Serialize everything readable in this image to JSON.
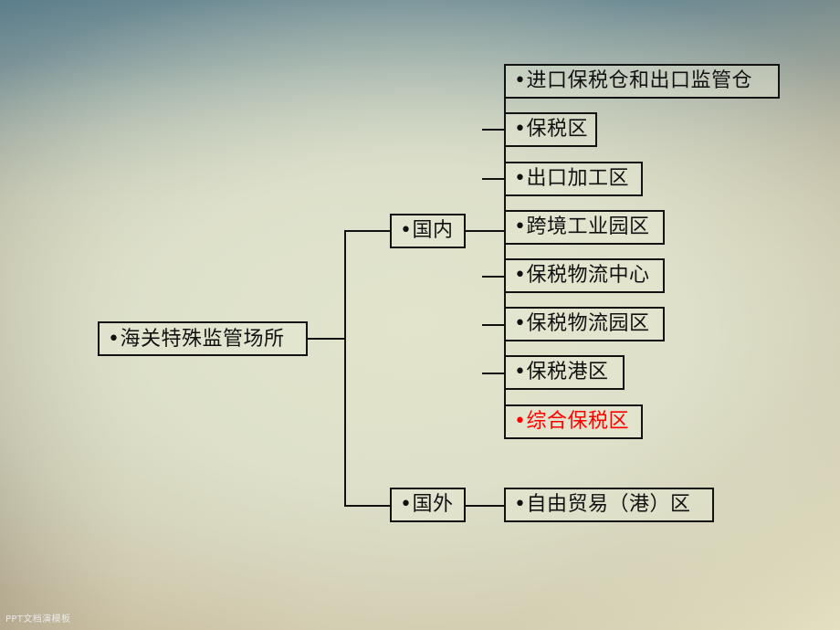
{
  "slide": {
    "watermark": "PPT文档演模板",
    "accent_red": "#ff0000",
    "line_color": "#121212",
    "box_fill": "#e8e9d4"
  },
  "diagram": {
    "type": "org-tree",
    "root": {
      "label": "•海关特殊监管场所"
    },
    "branches": [
      {
        "label": "•国内",
        "children": [
          {
            "label": "•进口保税仓和出口监管仓",
            "highlight": false
          },
          {
            "label": "•保税区",
            "highlight": false
          },
          {
            "label": "•出口加工区",
            "highlight": false
          },
          {
            "label": "•跨境工业园区",
            "highlight": false
          },
          {
            "label": "•保税物流中心",
            "highlight": false
          },
          {
            "label": "•保税物流园区",
            "highlight": false
          },
          {
            "label": "•保税港区",
            "highlight": false
          },
          {
            "label": "•综合保税区",
            "highlight": true
          }
        ]
      },
      {
        "label": "•国外",
        "children": [
          {
            "label": "•自由贸易（港）区",
            "highlight": false
          }
        ]
      }
    ]
  }
}
